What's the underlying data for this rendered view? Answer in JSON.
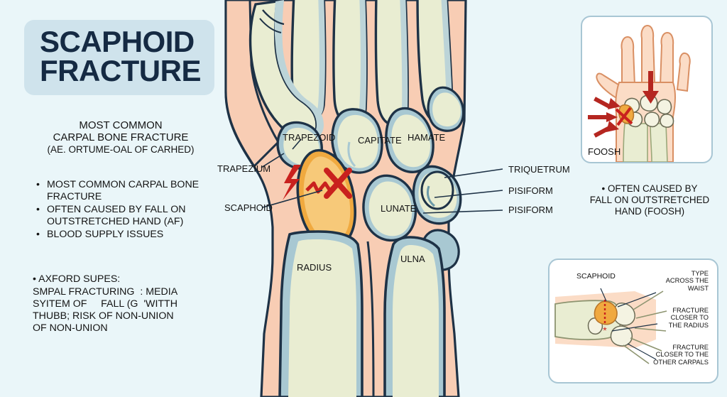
{
  "page": {
    "background_color": "#eaf6f9",
    "title_badge_color": "#cfe3ec",
    "title_text_color": "#152a43",
    "bone_fill": "#e9edd2",
    "bone_outline": "#1e3246",
    "cartilage_color": "#a8c8d2",
    "skin_color": "#f8cdb4",
    "scaphoid_highlight": "#f5b960",
    "fracture_red": "#c9211e"
  },
  "header": {
    "title_line1": "SCAPHOID",
    "title_line2": "FRACTURE",
    "subtitle_line1": "MOST COMMON",
    "subtitle_line2": "CARPAL BONE FRACTURE",
    "subtitle_line3": "(AE. ORTUME-OAL OF CARHED)"
  },
  "bullets": [
    "MOST COMMON CARPAL BONE FRACTURE",
    "OFTEN CAUSED BY FALL ON OUTSTRETCHED HAND (AF)",
    "BLOOD SUPPLY ISSUES"
  ],
  "paragraph": {
    "heading": "• AXFORD SUPES:",
    "line1": "SMPAL FRACTURING  : MEDIA",
    "line2": "SYITEM OF     FALL (G  'WITTH",
    "line3": "THUBB; RISK OF NON-UNION",
    "line4": "OF NON-UNION"
  },
  "main_diagram": {
    "labels": {
      "trapezoid": "TRAPEZOID",
      "capitate": "CAPITATE",
      "hamate": "HAMATE",
      "trapezium": "TRAPEZIUM",
      "scaphoid": "SCAPHOID",
      "lunate": "LUNATE",
      "triquetrum": "TRIQUETRUM",
      "pisiform_1": "PISIFORM",
      "pisiform_2": "PISIFORM",
      "radius": "RADIUS",
      "ulna": "ULNA"
    }
  },
  "foosh_panel": {
    "label": "FOOSH",
    "caption_line1": "• OFTEN CAUSED BY",
    "caption_line2": "FALL ON OUTSTRETCHED",
    "caption_line3": "HAND (FOOSH)"
  },
  "classification_panel": {
    "scaphoid_label": "SCAPHOID",
    "type_waist_line1": "TYPE",
    "type_waist_line2": "ACROSS THE",
    "type_waist_line3": "WAIST",
    "radius_line1": "FRACTURE",
    "radius_line2": "CLOSER TO",
    "radius_line3": "THE RADIUS",
    "carpals_line1": "FRACTURE",
    "carpals_line2": "CLOSER TO THE",
    "carpals_line3": "OTHER CARPALS"
  }
}
